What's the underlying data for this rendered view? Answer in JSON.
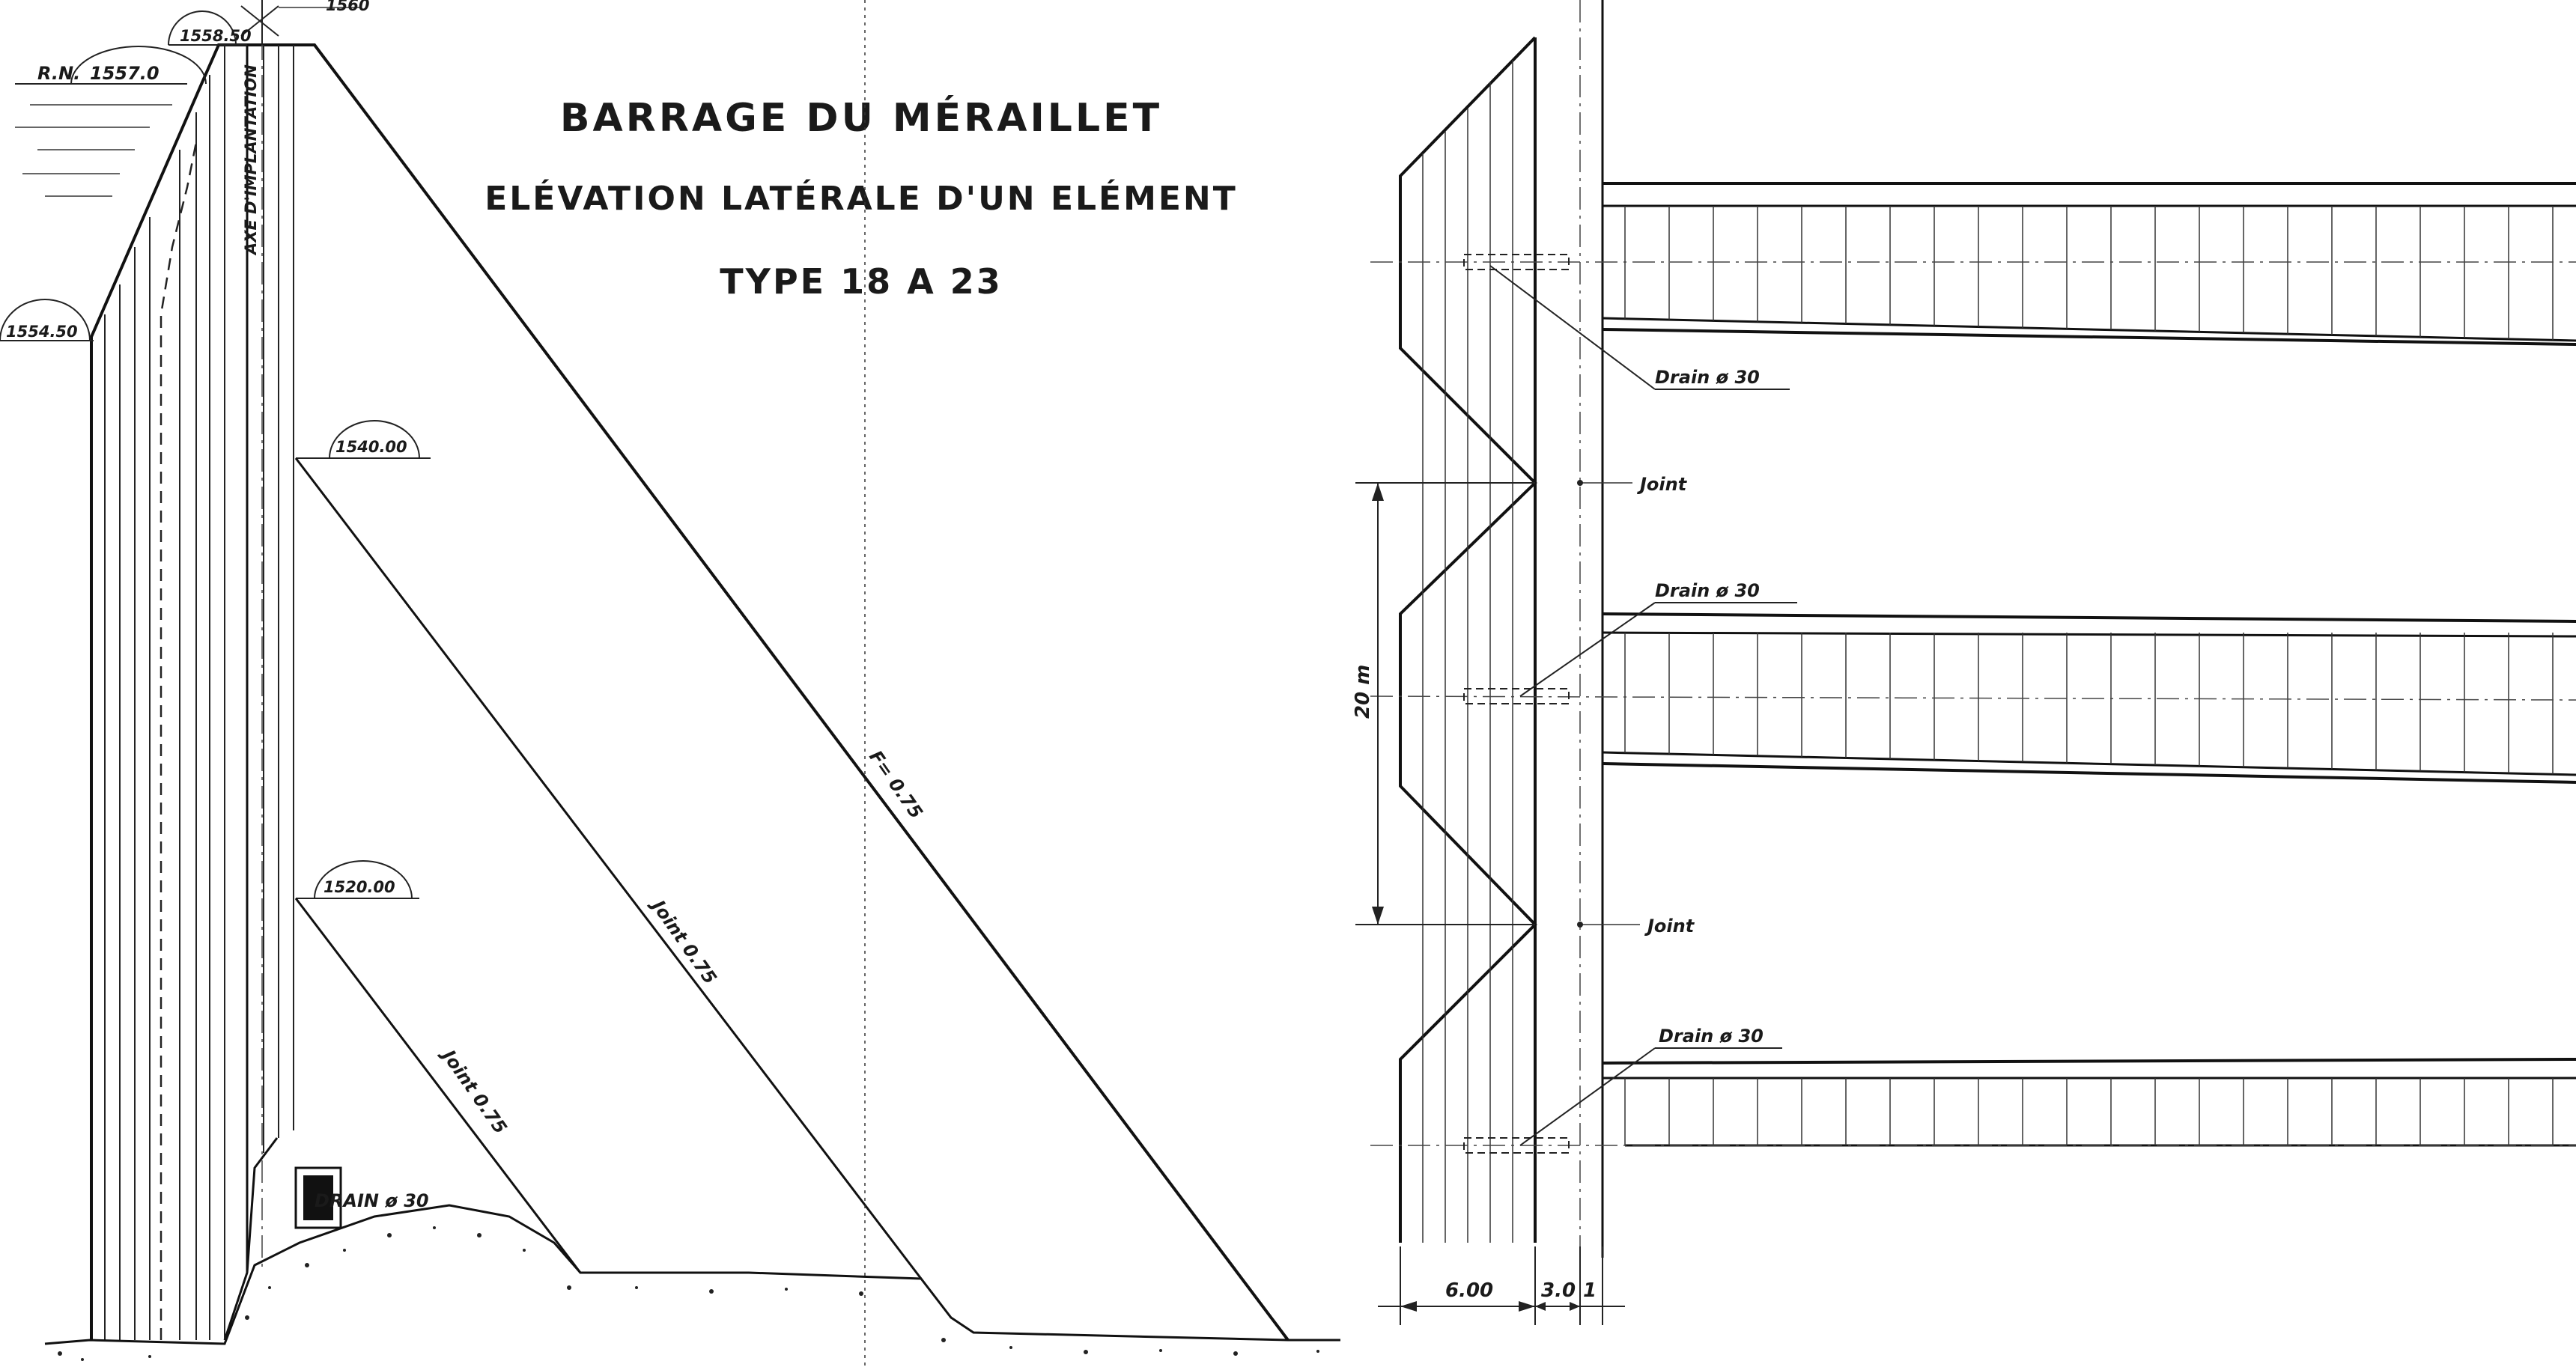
{
  "title": {
    "line1": "BARRAGE DU MÉRAILLET",
    "line2": "ELÉVATION LATÉRALE D'UN ELÉMENT",
    "line3": "TYPE 18 A 23"
  },
  "elevation": {
    "levels": {
      "crest_top": "1560",
      "crest": "1558.50",
      "water_level_prefix": "R.N.",
      "water_level": "1557.0",
      "upstream_break": "1554.50",
      "joint_upper": "1540.00",
      "joint_lower": "1520.00"
    },
    "axis_label": "AXE D'IMPLANTATION",
    "face_label": "F= 0.75",
    "joint_upper_label": "Joint 0.75",
    "joint_lower_label": "Joint 0.75",
    "drain_label": "DRAIN ø 30"
  },
  "plan": {
    "drain_labels": [
      "Drain ø 30",
      "Drain ø 30",
      "Drain ø 30"
    ],
    "joint_labels": [
      "Joint",
      "Joint"
    ],
    "dimensions": {
      "spacing": "20 m",
      "width_a": "6.00",
      "width_b": "3.0",
      "width_c": "1"
    }
  }
}
